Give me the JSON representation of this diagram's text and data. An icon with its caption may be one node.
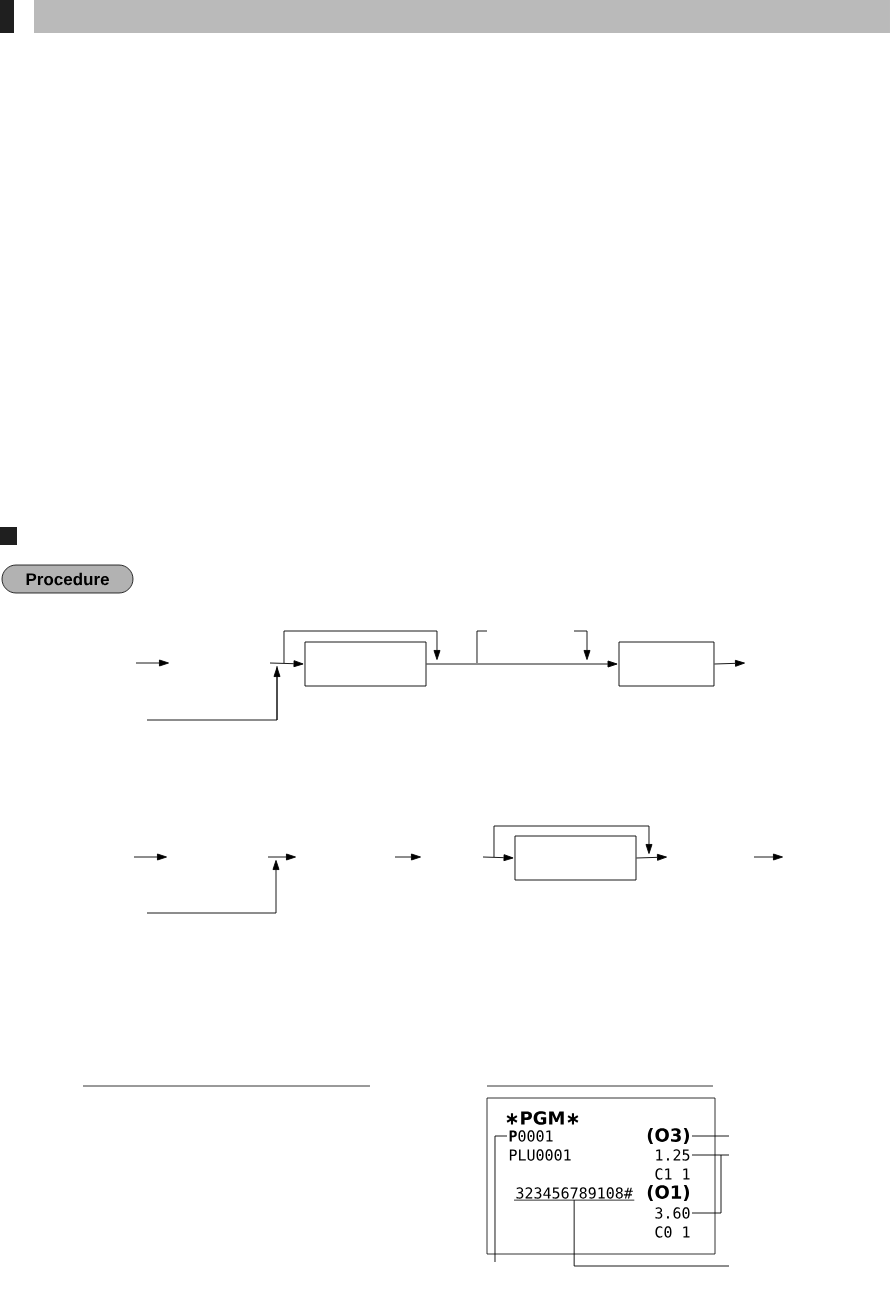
{
  "diagram": {
    "nodes": [
      {
        "text": [
          "Procedure"
        ]
      },
      {
        "text": [],
        "shape": "box"
      },
      {
        "text": [],
        "shape": "box"
      },
      {
        "text": [],
        "shape": "box"
      },
      {
        "text": [
          "∗PGM∗",
          "PLU0001",
          "C1 1",
          "(O1)",
          "C0 1"
        ]
      },
      {
        "text": [
          "**P**0001"
        ],
        "in": 4
      },
      {
        "text": [
          "(O3)"
        ],
        "in": 4
      },
      {
        "text": [
          "1.25"
        ],
        "in": 4
      },
      {
        "text": [
          "323456789108#"
        ],
        "in": 4
      },
      {
        "text": [
          "3.60"
        ],
        "in": 4
      }
    ],
    "edges": [
      {
        "from": null,
        "to": 1,
        "arrow": "to"
      },
      {
        "from": 1,
        "to": 2,
        "arrow": "to"
      },
      {
        "from": 2,
        "to": null,
        "arrow": "to"
      },
      {
        "from": null,
        "to": 3,
        "arrow": "to"
      },
      {
        "from": 3,
        "to": null,
        "arrow": "to"
      },
      {
        "from": 5,
        "to": null,
        "arrow": "none"
      },
      {
        "from": 6,
        "to": null,
        "arrow": "none"
      },
      {
        "from": 7,
        "to": null,
        "arrow": "none"
      },
      {
        "from": 8,
        "to": null,
        "arrow": "none"
      },
      {
        "from": 9,
        "to": null,
        "arrow": "none"
      }
    ]
  }
}
